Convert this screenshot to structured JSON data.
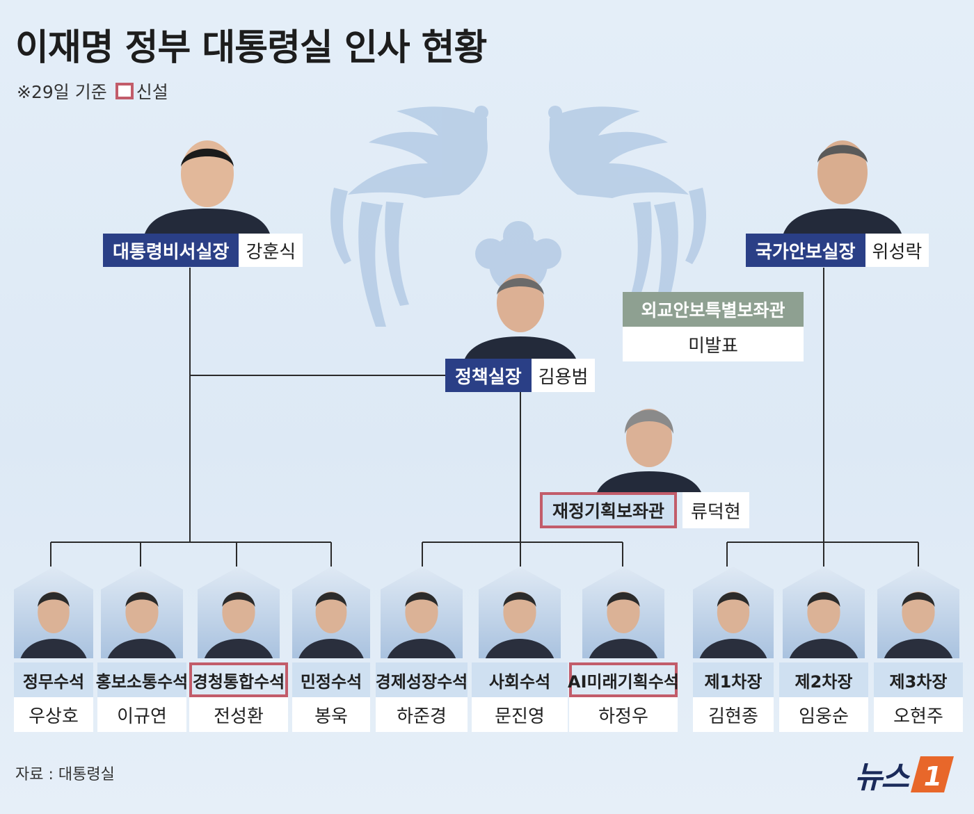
{
  "title": "이재명 정부 대통령실 인사 현황",
  "subtitle": {
    "prefix": "※29일 기준",
    "legend_new": "신설"
  },
  "colors": {
    "title_bg": "#2a3f86",
    "new_border": "#c25c6a",
    "special_bg": "#8ea091",
    "sub_title_bg": "#cfe0f1"
  },
  "top": {
    "chief_of_staff": {
      "title": "대통령비서실장",
      "name": "강훈식"
    },
    "policy_chief": {
      "title": "정책실장",
      "name": "김용범"
    },
    "national_security": {
      "title": "국가안보실장",
      "name": "위성락"
    },
    "diplomacy_advisor": {
      "title": "외교안보특별보좌관",
      "name": "미발표"
    },
    "fiscal_advisor": {
      "title": "재정기획보좌관",
      "name": "류덕현"
    }
  },
  "secretaries": [
    {
      "title": "정무수석",
      "name": "우상호",
      "new": false
    },
    {
      "title": "홍보소통수석",
      "name": "이규연",
      "new": false
    },
    {
      "title": "경청통합수석",
      "name": "전성환",
      "new": true
    },
    {
      "title": "민정수석",
      "name": "봉욱",
      "new": false
    },
    {
      "title": "경제성장수석",
      "name": "하준경",
      "new": false
    },
    {
      "title": "사회수석",
      "name": "문진영",
      "new": false
    },
    {
      "title": "AI미래기획수석",
      "name": "하정우",
      "new": true
    },
    {
      "title": "제1차장",
      "name": "김현종",
      "new": false
    },
    {
      "title": "제2차장",
      "name": "임웅순",
      "new": false
    },
    {
      "title": "제3차장",
      "name": "오현주",
      "new": false
    }
  ],
  "source": "자료 : 대통령실",
  "logo": {
    "text": "뉴스",
    "mark": "1"
  }
}
